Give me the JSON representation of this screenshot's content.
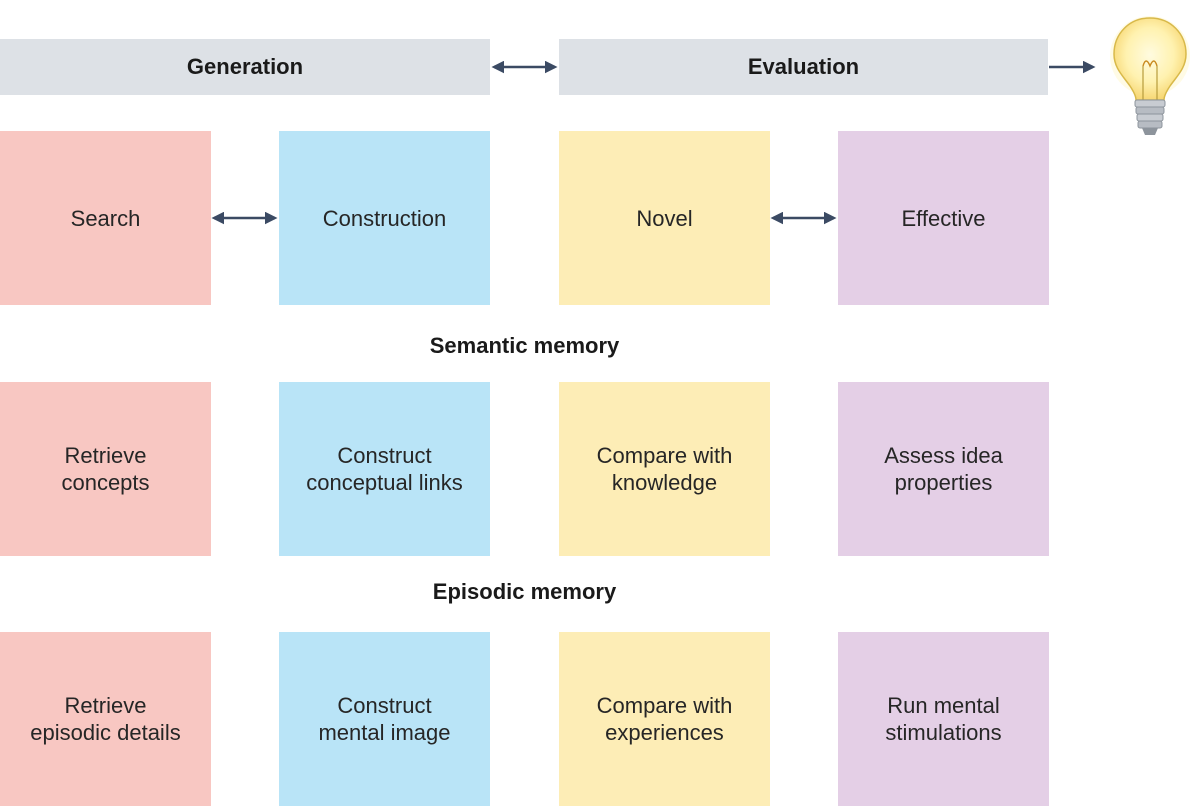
{
  "header": {
    "generation_label": "Generation",
    "evaluation_label": "Evaluation"
  },
  "processes": {
    "search": "Search",
    "construction": "Construction",
    "novel": "Novel",
    "effective": "Effective"
  },
  "semantic": {
    "label": "Semantic memory",
    "cells": [
      "Retrieve concepts",
      "Construct conceptual links",
      "Compare with knowledge",
      "Assess idea properties"
    ],
    "lines": [
      [
        "Retrieve",
        "concepts"
      ],
      [
        "Construct",
        "conceptual links"
      ],
      [
        "Compare with",
        "knowledge"
      ],
      [
        "Assess idea",
        "properties"
      ]
    ]
  },
  "episodic": {
    "label": "Episodic memory",
    "cells": [
      "Retrieve episodic details",
      "Construct mental image",
      "Compare with experiences",
      "Run mental stimulations"
    ],
    "lines": [
      [
        "Retrieve",
        "episodic details"
      ],
      [
        "Construct",
        "mental image"
      ],
      [
        "Compare with",
        "experiences"
      ],
      [
        "Run mental",
        "stimulations"
      ]
    ]
  },
  "colors": {
    "band": "#dde1e6",
    "search": "#f8c7c2",
    "construction": "#b9e4f7",
    "novel": "#fdedb6",
    "effective": "#e4cfe6",
    "arrow": "#3b4a63"
  },
  "icons": {
    "idea": "lightbulb-icon",
    "connector": "double-arrow-icon"
  }
}
